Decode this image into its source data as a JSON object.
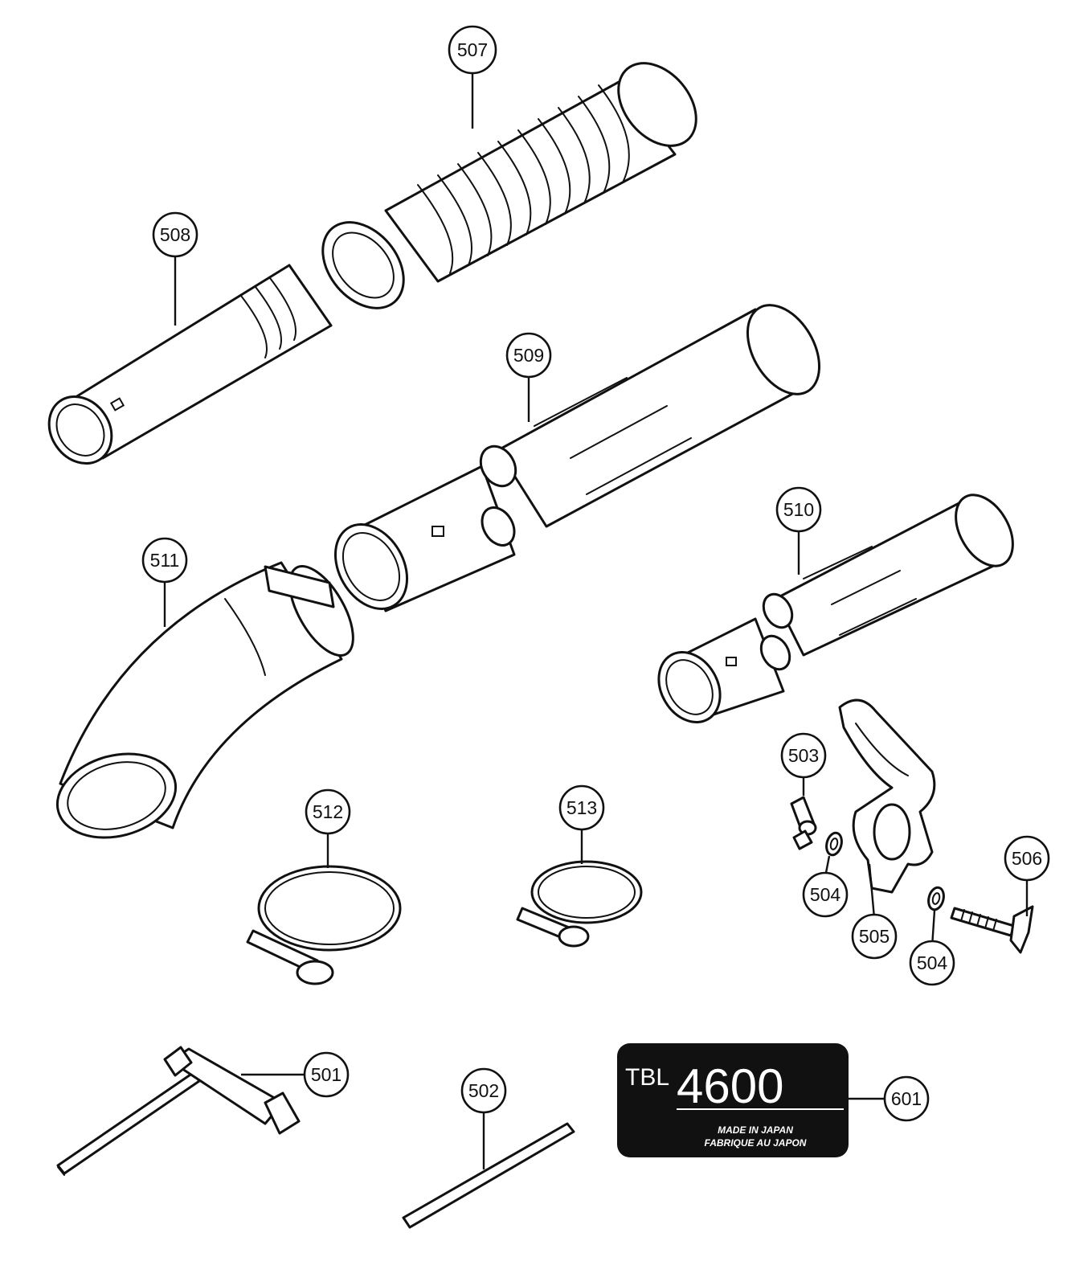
{
  "callouts": {
    "c507": "507",
    "c508": "508",
    "c509": "509",
    "c510": "510",
    "c511": "511",
    "c512": "512",
    "c513": "513",
    "c503": "503",
    "c504a": "504",
    "c504b": "504",
    "c505": "505",
    "c506": "506",
    "c501": "501",
    "c502": "502",
    "c601": "601"
  },
  "label_601": {
    "prefix": "TBL",
    "model": "4600",
    "line1": "MADE IN JAPAN",
    "line2": "FABRIQUE AU JAPON"
  },
  "colors": {
    "ink": "#111111",
    "badge": "#111111"
  }
}
